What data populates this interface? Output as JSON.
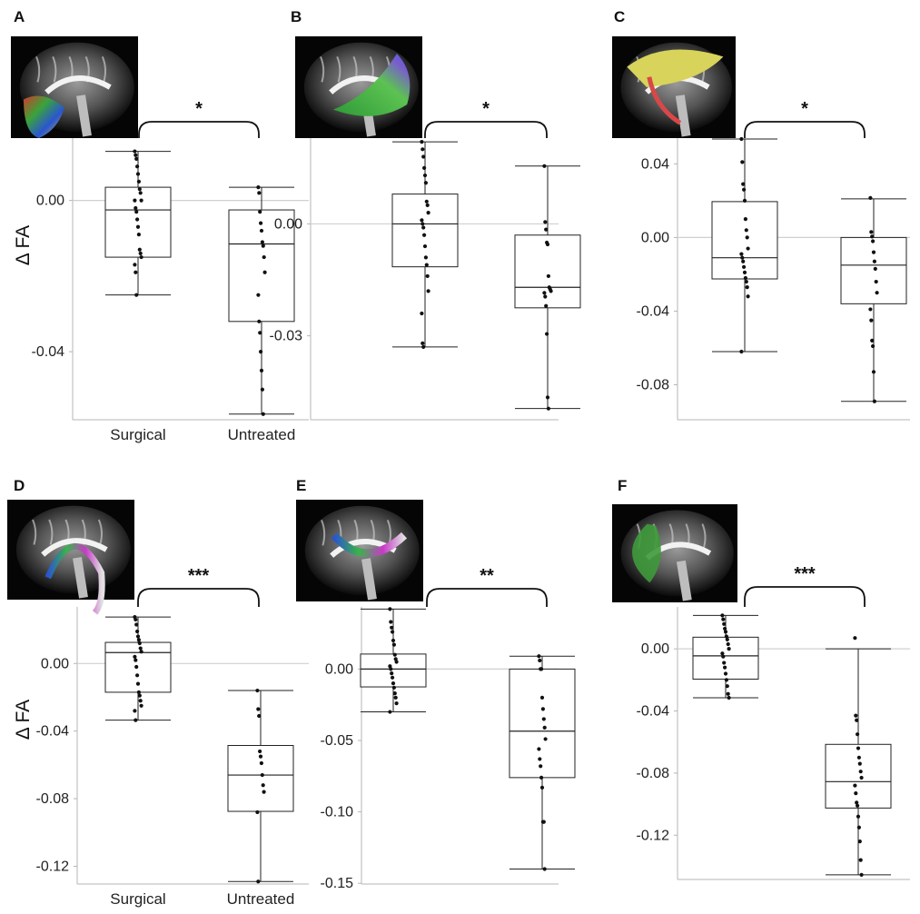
{
  "colors": {
    "box_stroke": "#222222",
    "zero_line": "#d0d0d0",
    "point": "#111111",
    "axis": "#b5b5b5"
  },
  "chart_data": [
    {
      "panel": "A",
      "type": "box",
      "ylabel": "Δ FA",
      "significance": "*",
      "categories": [
        "Surgical",
        "Untreated"
      ],
      "ylim": [
        -0.058,
        0.0165
      ],
      "yticks": [
        0.0,
        -0.04
      ],
      "ytick_labels": [
        "0.00",
        "-0.04"
      ],
      "groups": [
        {
          "name": "Surgical",
          "min": -0.025,
          "q1": -0.015,
          "median": -0.0025,
          "q3": 0.0035,
          "max": 0.013,
          "points": [
            0.013,
            0.012,
            0.011,
            0.009,
            0.007,
            0.005,
            0.003,
            0.002,
            0.0,
            0.0,
            -0.002,
            -0.003,
            -0.005,
            -0.007,
            -0.009,
            -0.013,
            -0.014,
            -0.015,
            -0.017,
            -0.019,
            -0.025
          ]
        },
        {
          "name": "Untreated",
          "min": -0.0565,
          "q1": -0.032,
          "median": -0.0115,
          "q3": -0.0025,
          "max": 0.0035,
          "points": [
            0.0035,
            0.002,
            -0.003,
            -0.006,
            -0.008,
            -0.011,
            -0.012,
            -0.015,
            -0.019,
            -0.025,
            -0.032,
            -0.035,
            -0.04,
            -0.045,
            -0.05,
            -0.0565
          ]
        }
      ]
    },
    {
      "panel": "B",
      "type": "box",
      "ylabel": "",
      "significance": "*",
      "categories": [
        "Surgical",
        "Untreated"
      ],
      "ylim": [
        -0.0525,
        0.023
      ],
      "yticks": [
        0.0,
        -0.03
      ],
      "ytick_labels": [
        "0.00",
        "-0.03"
      ],
      "groups": [
        {
          "name": "Surgical",
          "min": -0.033,
          "q1": -0.0115,
          "median": 0.0,
          "q3": 0.008,
          "max": 0.022,
          "points": [
            0.022,
            0.02,
            0.018,
            0.015,
            0.013,
            0.011,
            0.006,
            0.005,
            0.003,
            0.001,
            0.0,
            -0.001,
            -0.003,
            -0.006,
            -0.009,
            -0.011,
            -0.014,
            -0.018,
            -0.024,
            -0.032,
            -0.033
          ]
        },
        {
          "name": "Untreated",
          "min": -0.0495,
          "q1": -0.0225,
          "median": -0.017,
          "q3": -0.003,
          "max": 0.0155,
          "points": [
            0.0155,
            0.0005,
            -0.0015,
            -0.005,
            -0.0055,
            -0.014,
            -0.017,
            -0.0175,
            -0.018,
            -0.0185,
            -0.0195,
            -0.022,
            -0.0295,
            -0.0465,
            -0.0495
          ]
        }
      ]
    },
    {
      "panel": "C",
      "type": "box",
      "ylabel": "",
      "significance": "*",
      "categories": [
        "Surgical",
        "Untreated"
      ],
      "ylim": [
        -0.099,
        0.054
      ],
      "yticks": [
        0.04,
        0.0,
        -0.04,
        -0.08
      ],
      "ytick_labels": [
        "0.04",
        "0.00",
        "-0.04",
        "-0.08"
      ],
      "groups": [
        {
          "name": "Surgical",
          "min": -0.062,
          "q1": -0.0225,
          "median": -0.011,
          "q3": 0.0195,
          "max": 0.0535,
          "points": [
            0.0535,
            0.041,
            0.029,
            0.026,
            0.02,
            0.01,
            0.004,
            0.0,
            -0.006,
            -0.009,
            -0.011,
            -0.013,
            -0.016,
            -0.019,
            -0.022,
            -0.024,
            -0.027,
            -0.032,
            -0.062
          ]
        },
        {
          "name": "Untreated",
          "min": -0.089,
          "q1": -0.036,
          "median": -0.015,
          "q3": 0.0,
          "max": 0.021,
          "points": [
            0.0215,
            0.003,
            0.0005,
            -0.002,
            -0.008,
            -0.013,
            -0.017,
            -0.024,
            -0.03,
            -0.039,
            -0.045,
            -0.056,
            -0.059,
            -0.073,
            -0.089
          ]
        }
      ]
    },
    {
      "panel": "D",
      "type": "box",
      "ylabel": "Δ FA",
      "significance": "***",
      "categories": [
        "Surgical",
        "Untreated"
      ],
      "ylim": [
        -0.1305,
        0.0335
      ],
      "yticks": [
        0.0,
        -0.04,
        -0.08,
        -0.12
      ],
      "ytick_labels": [
        "0.00",
        "-0.04",
        "-0.08",
        "-0.12"
      ],
      "groups": [
        {
          "name": "Surgical",
          "min": -0.0335,
          "q1": -0.017,
          "median": 0.0065,
          "q3": 0.0125,
          "max": 0.0275,
          "points": [
            0.0275,
            0.026,
            0.023,
            0.019,
            0.016,
            0.014,
            0.012,
            0.009,
            0.007,
            0.004,
            0.002,
            -0.002,
            -0.007,
            -0.012,
            -0.017,
            -0.019,
            -0.022,
            -0.025,
            -0.028,
            -0.0335
          ]
        },
        {
          "name": "Untreated",
          "min": -0.129,
          "q1": -0.0875,
          "median": -0.066,
          "q3": -0.0485,
          "max": -0.016,
          "points": [
            -0.016,
            -0.027,
            -0.031,
            -0.052,
            -0.055,
            -0.059,
            -0.066,
            -0.072,
            -0.076,
            -0.088,
            -0.129
          ]
        }
      ]
    },
    {
      "panel": "E",
      "type": "box",
      "ylabel": "",
      "significance": "**",
      "categories": [
        "Surgical",
        "Untreated"
      ],
      "ylim": [
        -0.1505,
        0.0435
      ],
      "yticks": [
        0.0,
        -0.05,
        -0.1,
        -0.15
      ],
      "ytick_labels": [
        "0.00",
        "-0.05",
        "-0.10",
        "-0.15"
      ],
      "groups": [
        {
          "name": "Surgical",
          "min": -0.03,
          "q1": -0.0125,
          "median": 0.0,
          "q3": 0.0105,
          "max": 0.042,
          "points": [
            0.042,
            0.033,
            0.029,
            0.026,
            0.02,
            0.017,
            0.01,
            0.007,
            0.005,
            0.002,
            0.0,
            -0.003,
            -0.006,
            -0.01,
            -0.013,
            -0.017,
            -0.02,
            -0.024,
            -0.03
          ]
        },
        {
          "name": "Untreated",
          "min": -0.14,
          "q1": -0.076,
          "median": -0.0435,
          "q3": 0.0,
          "max": 0.009,
          "points": [
            0.009,
            0.006,
            0.0,
            0.0,
            -0.02,
            -0.028,
            -0.035,
            -0.041,
            -0.049,
            -0.056,
            -0.063,
            -0.068,
            -0.076,
            -0.083,
            -0.107,
            -0.107,
            -0.14
          ]
        }
      ]
    },
    {
      "panel": "F",
      "type": "box",
      "ylabel": "",
      "significance": "***",
      "categories": [
        "Surgical",
        "Untreated"
      ],
      "ylim": [
        -0.1485,
        0.027
      ],
      "yticks": [
        0.0,
        -0.04,
        -0.08,
        -0.12
      ],
      "ytick_labels": [
        "0.00",
        "-0.04",
        "-0.08",
        "-0.12"
      ],
      "groups": [
        {
          "name": "Surgical",
          "min": -0.0315,
          "q1": -0.0195,
          "median": -0.0045,
          "q3": 0.0075,
          "max": 0.0215,
          "points": [
            0.0215,
            0.019,
            0.016,
            0.013,
            0.011,
            0.008,
            0.006,
            0.003,
            0.0,
            -0.003,
            -0.005,
            -0.009,
            -0.012,
            -0.016,
            -0.02,
            -0.024,
            -0.029,
            -0.0315
          ]
        },
        {
          "name": "Untreated",
          "min": -0.1455,
          "q1": -0.1025,
          "median": -0.0855,
          "q3": -0.0615,
          "max": 0.0,
          "points": [
            0.007,
            -0.043,
            -0.046,
            -0.055,
            -0.064,
            -0.07,
            -0.074,
            -0.079,
            -0.083,
            -0.088,
            -0.093,
            -0.099,
            -0.101,
            -0.108,
            -0.115,
            -0.124,
            -0.136,
            -0.1455
          ]
        }
      ]
    }
  ],
  "thumbnails": [
    {
      "panel": "A",
      "icon": "brain-mri-sagittal-icon"
    },
    {
      "panel": "B",
      "icon": "brain-mri-sagittal-icon"
    },
    {
      "panel": "C",
      "icon": "brain-mri-sagittal-icon"
    },
    {
      "panel": "D",
      "icon": "brain-mri-sagittal-icon"
    },
    {
      "panel": "E",
      "icon": "brain-mri-sagittal-icon"
    },
    {
      "panel": "F",
      "icon": "brain-mri-sagittal-icon"
    }
  ]
}
